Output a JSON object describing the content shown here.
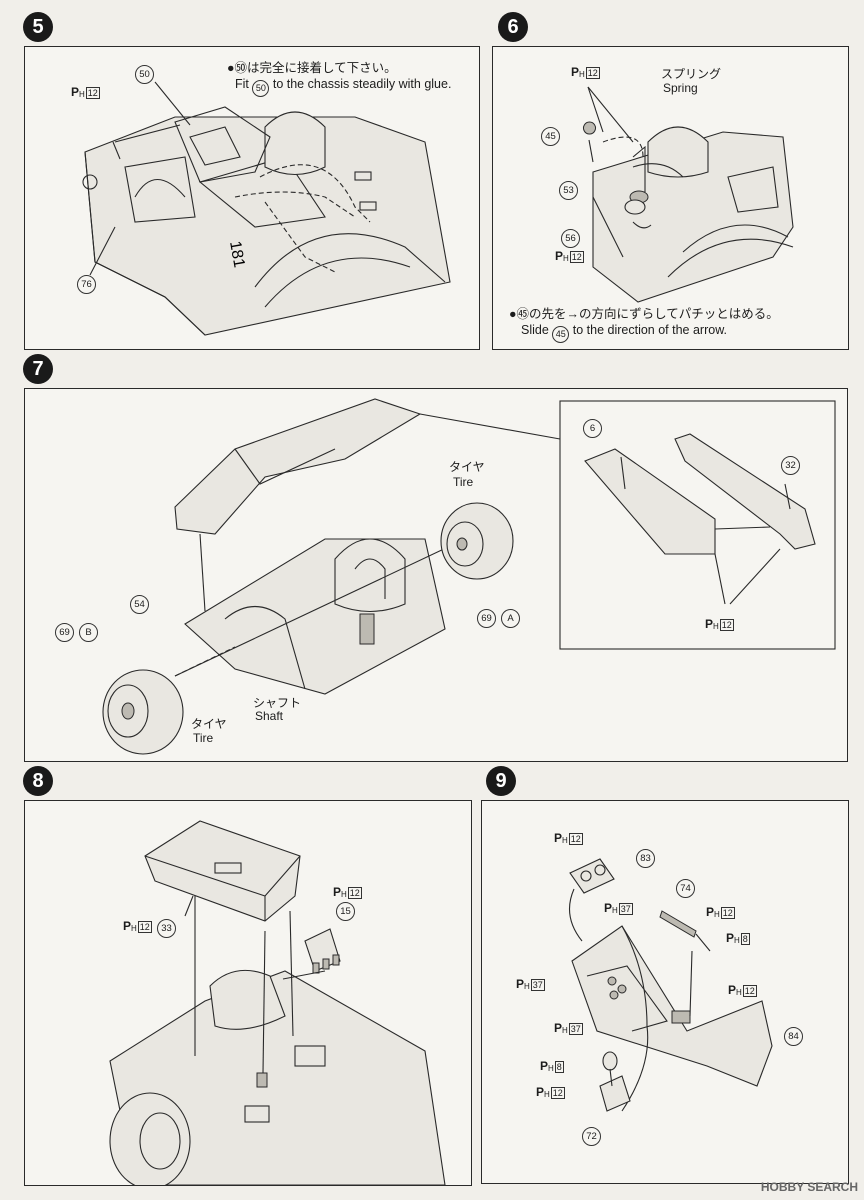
{
  "steps": [
    {
      "number": "5",
      "note_jp": "●㊿は完全に接着して下さい。",
      "note_en_prefix": "Fit",
      "note_en_part": "50",
      "note_en_suffix": "to the chassis steadily with glue.",
      "callouts": [
        "50",
        "76"
      ],
      "ph_tags": [
        {
          "code": "12"
        }
      ]
    },
    {
      "number": "6",
      "label_jp": "スプリング",
      "label_en": "Spring",
      "note_jp": "●㊺の先を→の方向にずらしてパチッとはめる。",
      "note_en_prefix": "Slide",
      "note_en_part": "45",
      "note_en_suffix": "to the direction of the arrow.",
      "callouts": [
        "45",
        "53",
        "56"
      ],
      "ph_tags": [
        {
          "code": "12"
        },
        {
          "code": "12"
        }
      ]
    },
    {
      "number": "7",
      "tire_jp": "タイヤ",
      "tire_en": "Tire",
      "shaft_jp": "シャフト",
      "shaft_en": "Shaft",
      "callouts": [
        "6",
        "32",
        "54",
        "69",
        "69"
      ],
      "letters": [
        "A",
        "B"
      ],
      "ph_tags": [
        {
          "code": "12"
        }
      ]
    },
    {
      "number": "8",
      "callouts": [
        "33",
        "15"
      ],
      "ph_tags": [
        {
          "code": "12"
        },
        {
          "code": "12"
        }
      ]
    },
    {
      "number": "9",
      "callouts": [
        "83",
        "74",
        "84",
        "72"
      ],
      "ph_tags": [
        {
          "code": "12"
        },
        {
          "code": "37"
        },
        {
          "code": "12"
        },
        {
          "code": "8"
        },
        {
          "code": "37"
        },
        {
          "code": "12"
        },
        {
          "code": "37"
        },
        {
          "code": "8"
        },
        {
          "code": "12"
        }
      ]
    }
  ],
  "ph_letters": {
    "p": "P",
    "h": "H"
  },
  "watermark": "HOBBY SEARCH"
}
